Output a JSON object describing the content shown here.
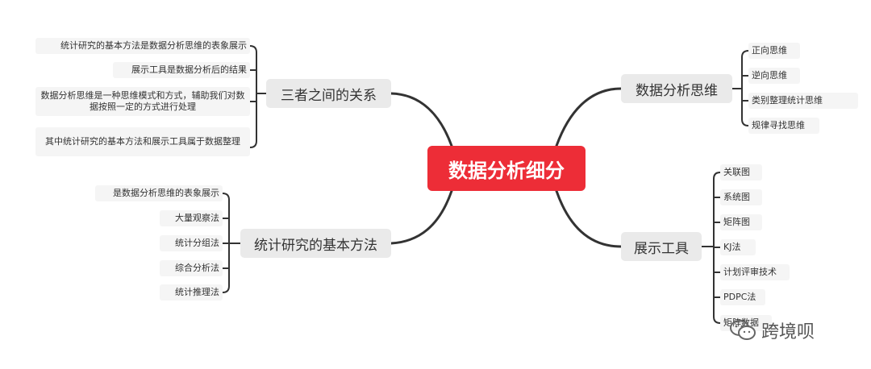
{
  "central": {
    "title": "数据分析细分"
  },
  "branches": {
    "relation": {
      "label": "三者之间的关系",
      "items": [
        "统计研究的基本方法是数据分析思维的表象展示",
        "展示工具是数据分析后的结果",
        "数据分析思维是一种思维模式和方式，辅助我们对数据按照一定的方式进行处理",
        "其中统计研究的基本方法和展示工具属于数据整理"
      ]
    },
    "methods": {
      "label": "统计研究的基本方法",
      "items": [
        "是数据分析思维的表象展示",
        "大量观察法",
        "统计分组法",
        "综合分析法",
        "统计推理法"
      ]
    },
    "thinking": {
      "label": "数据分析思维",
      "items": [
        "正向思维",
        "逆向思维",
        "类别整理统计思维",
        "规律寻找思维"
      ]
    },
    "tools": {
      "label": "展示工具",
      "items": [
        "关联图",
        "系统图",
        "矩阵图",
        "KJ法",
        "计划评审技术",
        "PDPC法",
        "矩阵数据"
      ]
    }
  },
  "watermark": {
    "text": "跨境呗",
    "icon": "wechat-icon"
  }
}
